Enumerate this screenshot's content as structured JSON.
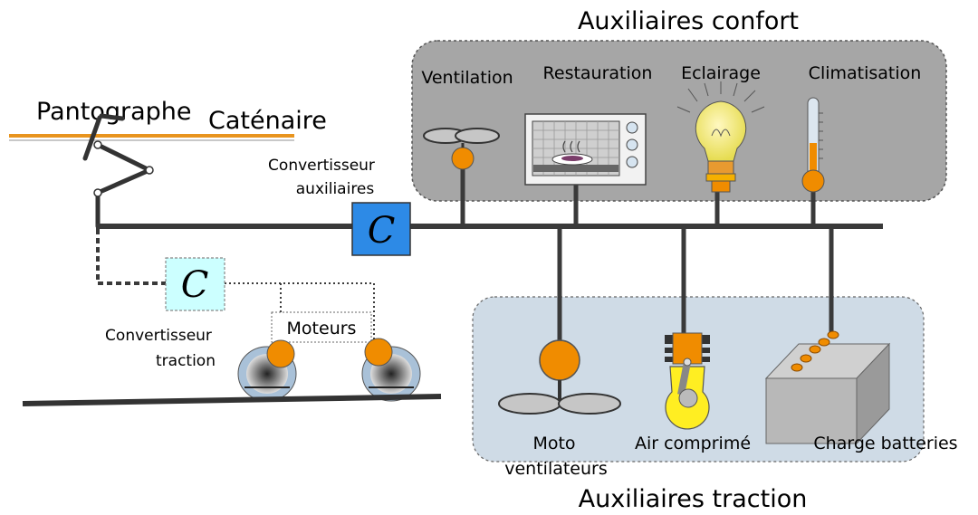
{
  "labels": {
    "pantographe": "Pantographe",
    "catenaire": "Caténaire",
    "convertisseur_aux": [
      "Convertisseur",
      "auxiliaires"
    ],
    "convertisseur_traction": [
      "Convertisseur",
      "traction"
    ],
    "moteurs": "Moteurs",
    "converter_symbol": "C"
  },
  "confort": {
    "title": "Auxiliaires confort",
    "items": [
      "Ventilation",
      "Restauration",
      "Eclairage",
      "Climatisation"
    ]
  },
  "traction": {
    "title": "Auxiliaires traction",
    "items": [
      "Moto",
      "ventilateurs",
      "Air comprimé",
      "Charge batteries"
    ]
  },
  "colors": {
    "confort_panel": "#a6a6a6",
    "traction_panel": "#cfdbe6",
    "bus": "#3a3a3a",
    "catenary": "#e8941e",
    "accent_orange": "#f08c00",
    "conv_aux": "#2d8ae6",
    "conv_traction": "#ccffff",
    "bulb_yellow": "#f2e96a",
    "engine_yellow": "#ffee22"
  },
  "icons": [
    "pantograph-icon",
    "fan-icon",
    "microwave-icon",
    "light-bulb-icon",
    "thermometer-icon",
    "motor-fan-icon",
    "compressor-engine-icon",
    "battery-icon",
    "wheel-icon"
  ]
}
